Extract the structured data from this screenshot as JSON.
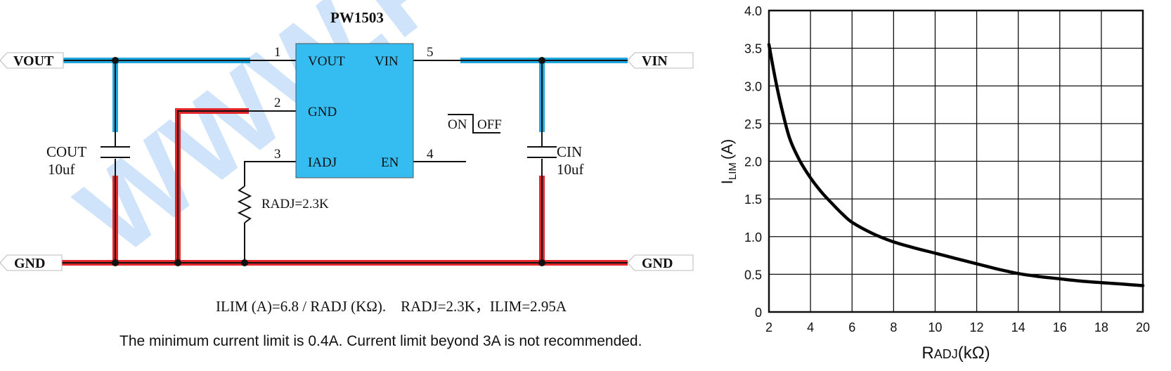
{
  "watermark": "WWW.PW",
  "circuit": {
    "ic_name": "PW1503",
    "pins": [
      {
        "num": "1",
        "name": "VOUT"
      },
      {
        "num": "2",
        "name": "GND"
      },
      {
        "num": "3",
        "name": "IADJ"
      },
      {
        "num": "5",
        "name": "VIN"
      },
      {
        "num": "4",
        "name": "EN"
      }
    ],
    "ports": {
      "vout": "VOUT",
      "vin": "VIN",
      "gnd_left": "GND",
      "gnd_right": "GND"
    },
    "cout": {
      "name": "COUT",
      "value": "10uf"
    },
    "cin": {
      "name": "CIN",
      "value": "10uf"
    },
    "resistor": "RADJ=2.3K",
    "switch": {
      "on": "ON",
      "off": "OFF"
    },
    "colors": {
      "power_net": "#1ea7dc",
      "ground_net": "#e2262b",
      "ic_body": "#35bdf2",
      "watermark": "#cfe4fa"
    }
  },
  "captions": {
    "formula": "ILIM (A)=6.8 / RADJ (KΩ).    RADJ=2.3K，ILIM=2.95A",
    "note": "The minimum current limit is 0.4A. Current limit beyond 3A is not recommended."
  },
  "chart_data": {
    "type": "line",
    "xlabel_main": "R",
    "xlabel_sub": "ADJ",
    "xlabel_unit": "(kΩ)",
    "ylabel_main": "I",
    "ylabel_sub": "LIM",
    "ylabel_unit": "(A)",
    "xlim": [
      2,
      20
    ],
    "ylim": [
      0,
      4
    ],
    "xticks": [
      2,
      4,
      6,
      8,
      10,
      12,
      14,
      16,
      18,
      20
    ],
    "yticks": [
      "0",
      "0.5",
      "1.0",
      "1.5",
      "2.0",
      "2.5",
      "3.0",
      "3.5",
      "4.0"
    ],
    "grid": true,
    "series": [
      {
        "x": [
          2,
          2.3,
          2.6,
          3,
          3.5,
          4,
          4.5,
          5,
          5.5,
          6,
          7,
          8,
          9,
          10,
          11,
          12,
          13,
          14,
          15,
          16,
          17,
          18,
          19,
          20
        ],
        "y": [
          3.55,
          3.1,
          2.72,
          2.3,
          2.0,
          1.78,
          1.6,
          1.45,
          1.31,
          1.19,
          1.04,
          0.93,
          0.85,
          0.78,
          0.71,
          0.64,
          0.57,
          0.51,
          0.47,
          0.44,
          0.41,
          0.39,
          0.37,
          0.35
        ]
      }
    ]
  }
}
